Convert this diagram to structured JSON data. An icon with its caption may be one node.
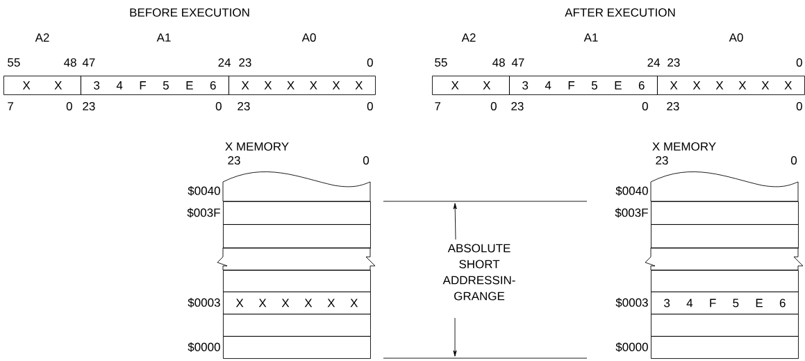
{
  "diagram": {
    "nodes": [
      {
        "text": [
          "X X"
        ]
      },
      {
        "text": [
          "3 4 F 5 E 6"
        ]
      },
      {
        "text": [
          "X X X X X X"
        ]
      },
      {
        "text": [
          "X X"
        ]
      },
      {
        "text": [
          "3 4 F 5 E 6"
        ]
      },
      {
        "text": [
          "X X X X X X"
        ]
      },
      {
        "text": [],
        "shape": "box",
        "beside": [
          "$0040"
        ]
      },
      {
        "text": [],
        "shape": "box",
        "beside": [
          "$003F"
        ]
      },
      {
        "text": [],
        "shape": "box"
      },
      {
        "text": [],
        "shape": "box"
      },
      {
        "text": [],
        "shape": "box"
      },
      {
        "text": [
          "X X X X X X"
        ],
        "beside": [
          "$0003"
        ]
      },
      {
        "text": [],
        "shape": "box"
      },
      {
        "text": [],
        "shape": "box",
        "beside": [
          "$0000"
        ]
      },
      {
        "text": [],
        "shape": "box",
        "beside": [
          "$0040"
        ]
      },
      {
        "text": [],
        "shape": "box",
        "beside": [
          "$003F"
        ]
      },
      {
        "text": [],
        "shape": "box"
      },
      {
        "text": [],
        "shape": "box"
      },
      {
        "text": [],
        "shape": "box"
      },
      {
        "text": [
          "3 4 F 5 E 6"
        ],
        "beside": [
          "$0003"
        ]
      },
      {
        "text": [],
        "shape": "box"
      },
      {
        "text": [],
        "shape": "box",
        "beside": [
          "$0000"
        ]
      }
    ],
    "labels": [
      "BEFORE EXECUTION",
      "AFTER EXECUTION",
      "A2",
      "A1",
      "A0",
      "A2",
      "A1",
      "A0",
      "55",
      "48",
      "47",
      "24",
      "23",
      "0",
      "55",
      "48",
      "47",
      "24",
      "23",
      "0",
      "7",
      "0",
      "23",
      "0",
      "23",
      "0",
      "7",
      "0",
      "23",
      "0",
      "23",
      "0",
      "X MEMORY",
      "23",
      "0",
      "ABSOLUTE SHORT ADDRESSIN- GRANGE",
      "X MEMORY",
      "23",
      "0"
    ]
  }
}
